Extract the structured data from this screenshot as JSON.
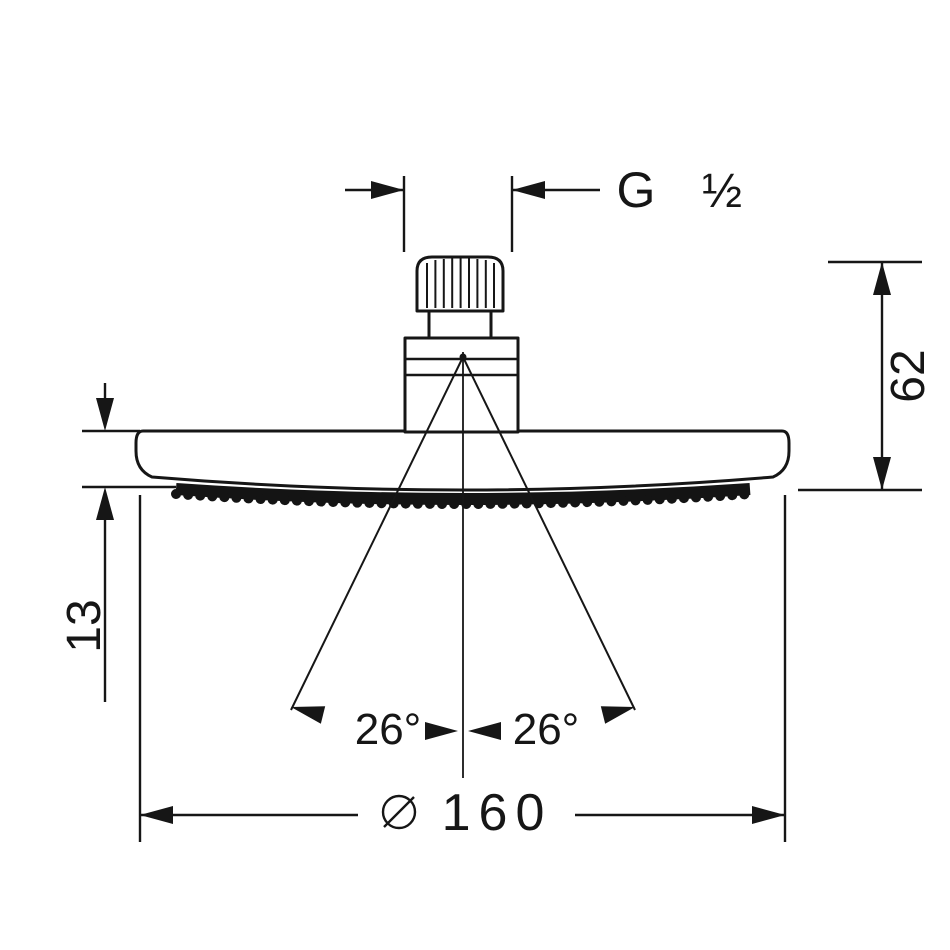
{
  "colors": {
    "background": "#ffffff",
    "line": "#161616"
  },
  "labels": {
    "thread_g": "G",
    "thread_size": "½",
    "height_mm": "62",
    "head_thickness_mm": "13",
    "spray_angle_left": "26°",
    "spray_angle_right": "26°",
    "diameter_symbol": "⌀",
    "diameter_mm": "160"
  }
}
